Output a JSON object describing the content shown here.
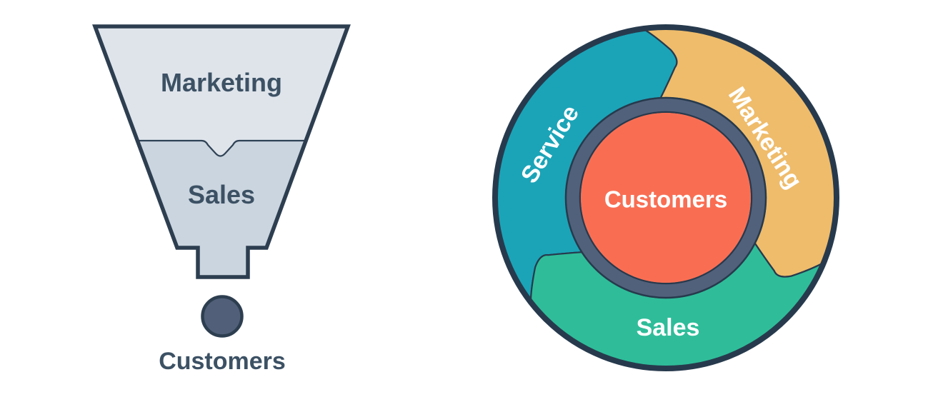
{
  "page": {
    "background_color": "#ffffff",
    "description": "Funnel versus flywheel marketing diagram"
  },
  "funnel": {
    "stages": [
      {
        "label": "Marketing",
        "fill_color": "#DFE4EB"
      },
      {
        "label": "Sales",
        "fill_color": "#CBD5DF"
      }
    ],
    "output": {
      "label": "Customers",
      "dot_color": "#516078"
    },
    "outline_color": "#2D3E50",
    "text_color": "#3C5164"
  },
  "flywheel": {
    "segments": [
      {
        "label": "Service",
        "color": "#1BA4B8"
      },
      {
        "label": "Marketing",
        "color": "#EFBC6B"
      },
      {
        "label": "Sales",
        "color": "#2FBD99"
      }
    ],
    "center": {
      "label": "Customers",
      "color": "#F96E53"
    },
    "ring_color": "#52617B",
    "outline_color": "#273A4D",
    "text_color": "#ffffff"
  }
}
